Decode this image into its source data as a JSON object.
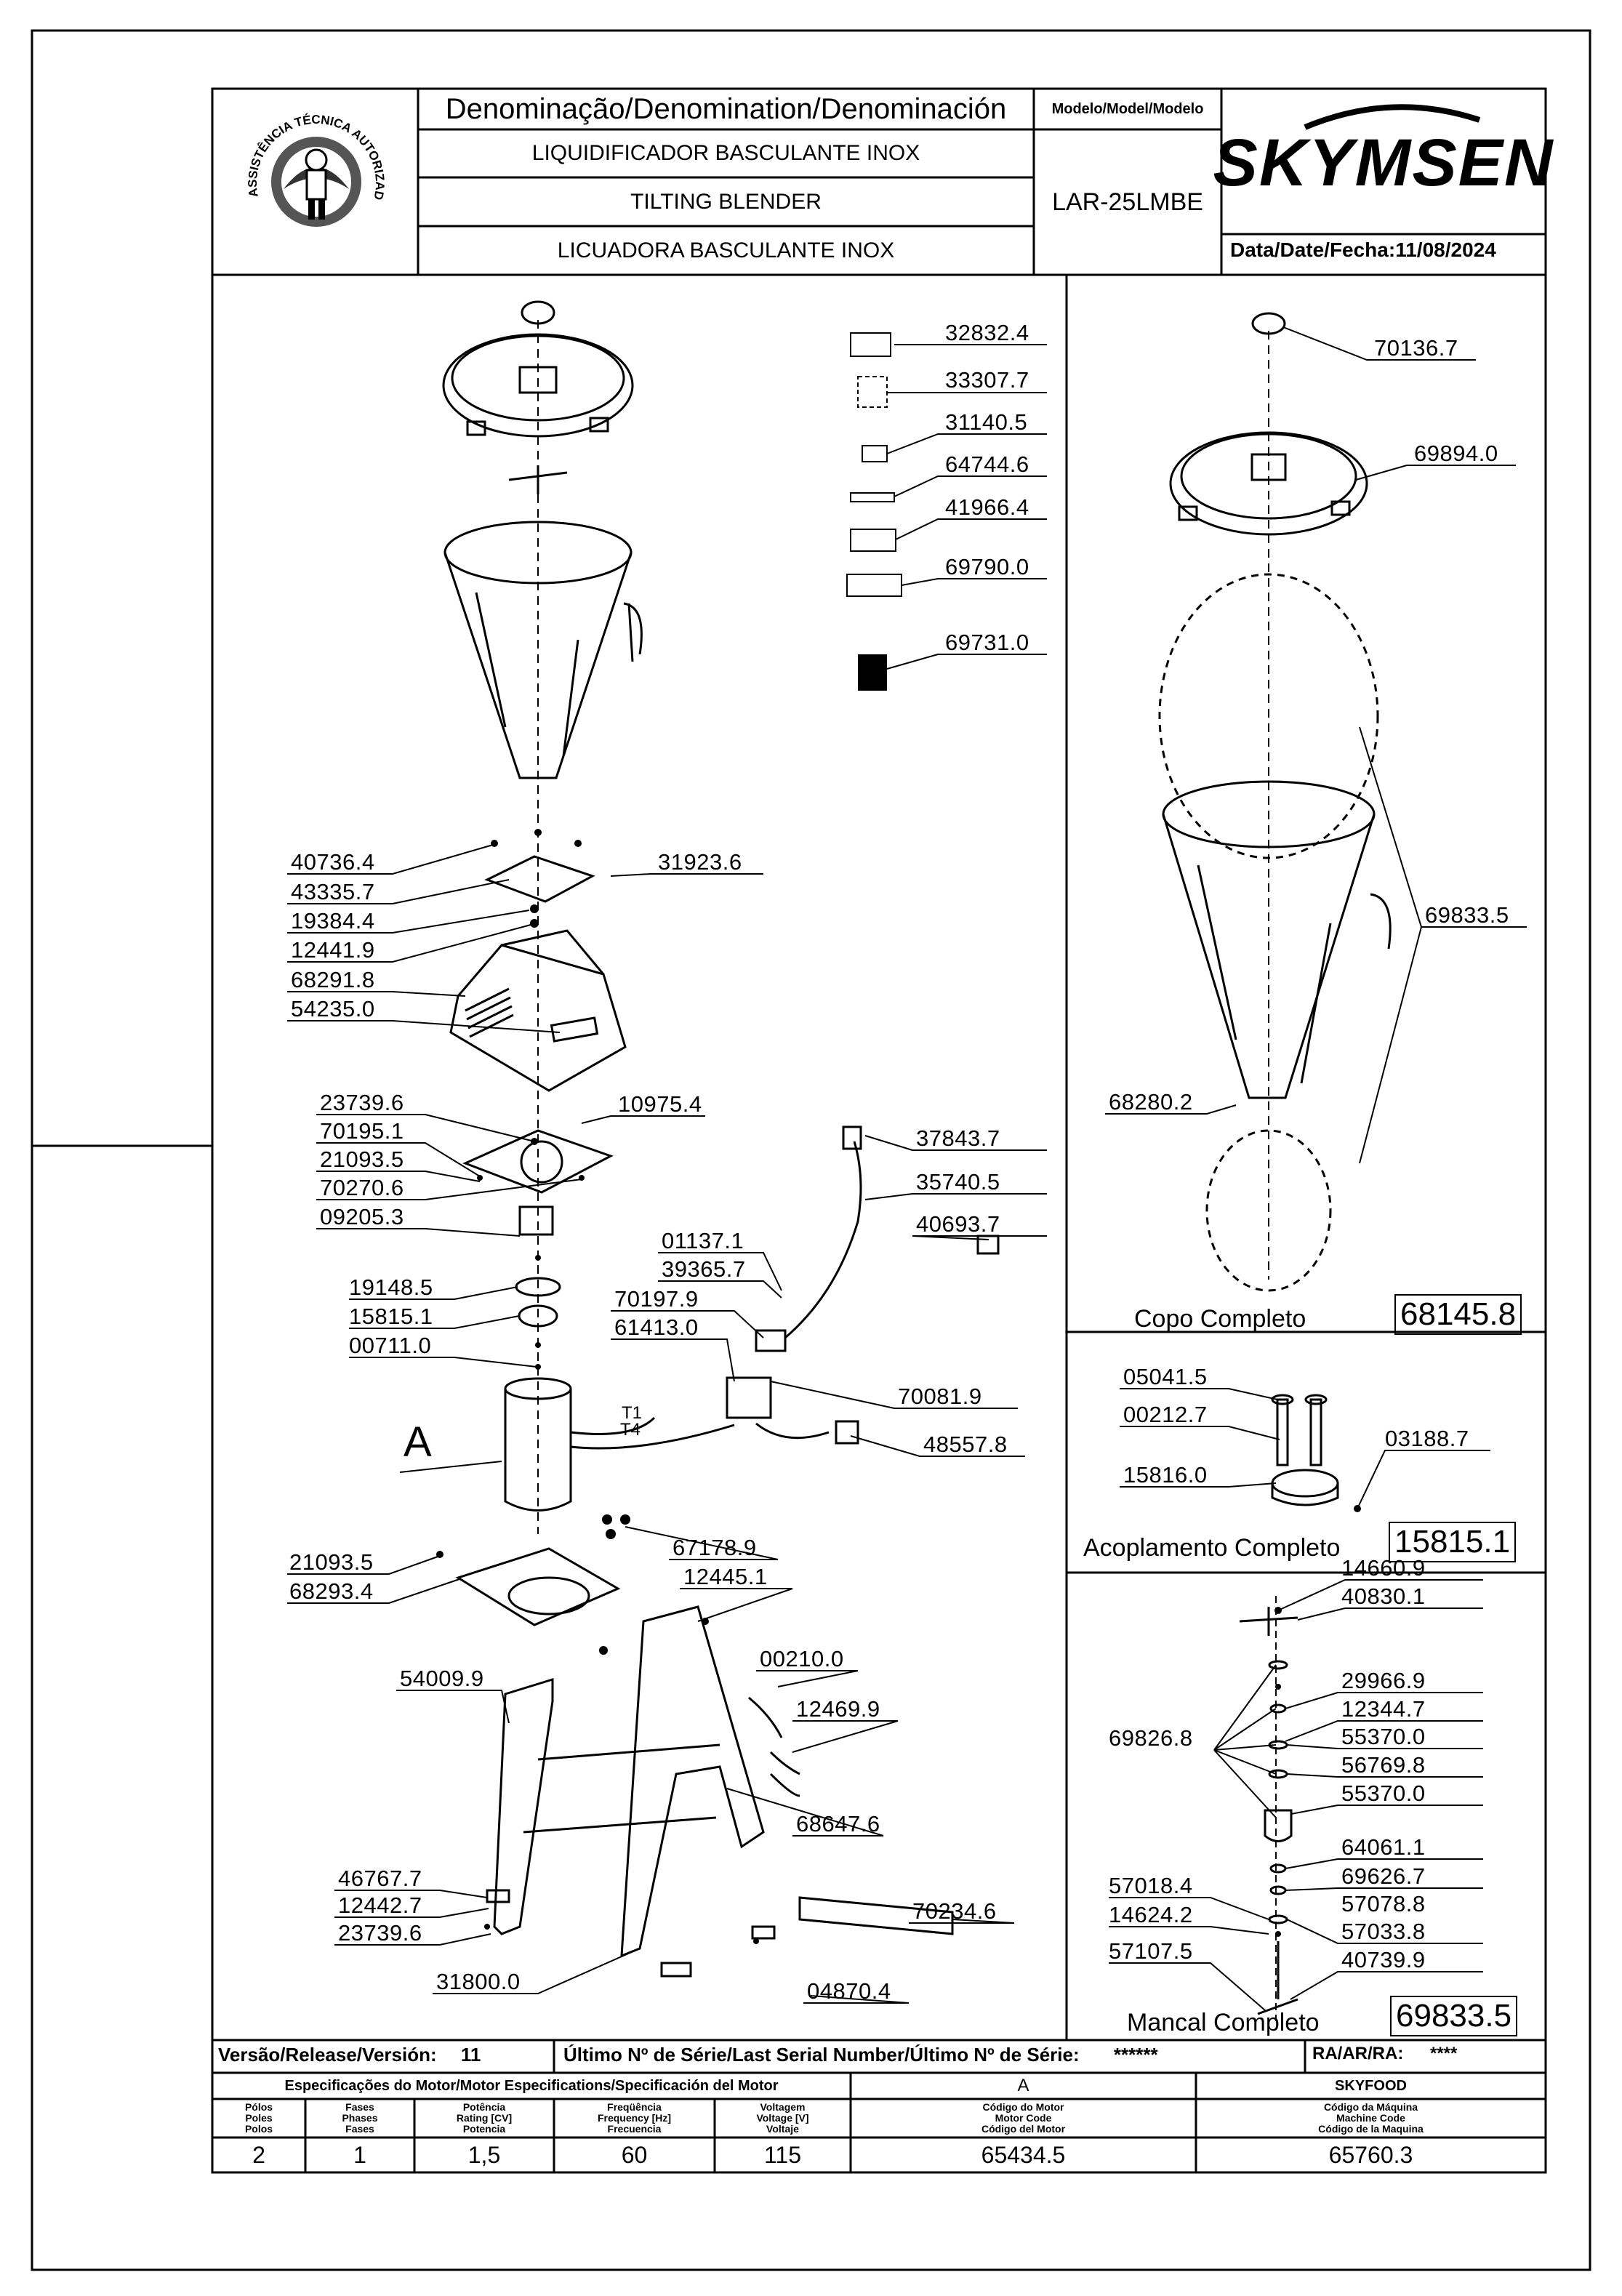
{
  "header": {
    "title": "Denominação/Denomination/Denominación",
    "name_pt": "LIQUIDIFICADOR BASCULANTE INOX",
    "name_en": "TILTING BLENDER",
    "name_es": "LICUADORA BASCULANTE INOX",
    "model_label": "Modelo/Model/Modelo",
    "model": "LAR-25LMBE",
    "brand": "SKYMSEN",
    "date_label": "Data/Date/Fecha:",
    "date": "11/08/2024",
    "seal_text": "ASSISTÊNCIA TÉCNICA AUTORIZADA"
  },
  "main_parts": [
    {
      "code": "32832.4"
    },
    {
      "code": "33307.7"
    },
    {
      "code": "31140.5"
    },
    {
      "code": "64744.6"
    },
    {
      "code": "41966.4"
    },
    {
      "code": "69790.0"
    },
    {
      "code": "69731.0"
    },
    {
      "code": "40736.4"
    },
    {
      "code": "43335.7"
    },
    {
      "code": "19384.4"
    },
    {
      "code": "12441.9"
    },
    {
      "code": "68291.8"
    },
    {
      "code": "54235.0"
    },
    {
      "code": "31923.6"
    },
    {
      "code": "23739.6"
    },
    {
      "code": "70195.1"
    },
    {
      "code": "21093.5"
    },
    {
      "code": "70270.6"
    },
    {
      "code": "09205.3"
    },
    {
      "code": "10975.4"
    },
    {
      "code": "19148.5"
    },
    {
      "code": "15815.1"
    },
    {
      "code": "00711.0"
    },
    {
      "code": "37843.7"
    },
    {
      "code": "35740.5"
    },
    {
      "code": "40693.7"
    },
    {
      "code": "01137.1"
    },
    {
      "code": "39365.7"
    },
    {
      "code": "70197.9"
    },
    {
      "code": "61413.0"
    },
    {
      "code": "70081.9"
    },
    {
      "code": "48557.8"
    },
    {
      "code": "21093.5"
    },
    {
      "code": "68293.4"
    },
    {
      "code": "67178.9"
    },
    {
      "code": "12445.1"
    },
    {
      "code": "54009.9"
    },
    {
      "code": "00210.0"
    },
    {
      "code": "12469.9"
    },
    {
      "code": "68647.6"
    },
    {
      "code": "46767.7"
    },
    {
      "code": "12442.7"
    },
    {
      "code": "23739.6"
    },
    {
      "code": "70234.6"
    },
    {
      "code": "31800.0"
    },
    {
      "code": "04870.4"
    }
  ],
  "motor_label": "A",
  "wire_labels": [
    "T1",
    "T4"
  ],
  "copo": {
    "title": "Copo Completo",
    "code": "68145.8",
    "parts": [
      {
        "code": "70136.7"
      },
      {
        "code": "69894.0"
      },
      {
        "code": "69833.5"
      },
      {
        "code": "68280.2"
      }
    ]
  },
  "acoplamento": {
    "title": "Acoplamento Completo",
    "code": "15815.1",
    "parts": [
      {
        "code": "05041.5"
      },
      {
        "code": "00212.7"
      },
      {
        "code": "03188.7"
      },
      {
        "code": "15816.0"
      }
    ]
  },
  "mancal": {
    "title": "Mancal Completo",
    "code": "69833.5",
    "parts": [
      {
        "code": "14660.9"
      },
      {
        "code": "40830.1"
      },
      {
        "code": "29966.9"
      },
      {
        "code": "12344.7"
      },
      {
        "code": "55370.0"
      },
      {
        "code": "69826.8"
      },
      {
        "code": "56769.8"
      },
      {
        "code": "55370.0"
      },
      {
        "code": "64061.1"
      },
      {
        "code": "69626.7"
      },
      {
        "code": "57018.4"
      },
      {
        "code": "57078.8"
      },
      {
        "code": "14624.2"
      },
      {
        "code": "57033.8"
      },
      {
        "code": "57107.5"
      },
      {
        "code": "40739.9"
      }
    ]
  },
  "footer": {
    "version_label": "Versão/Release/Versión:",
    "version": "11",
    "serial_label": "Último Nº de Série/Last Serial Number/Último Nº de Série:",
    "serial": "******",
    "ra_label": "RA/AR/RA:",
    "ra": "****",
    "motor_spec_label": "Especificações do Motor/Motor Especifications/Specificación del Motor",
    "motor_ref": "A",
    "brand2": "SKYFOOD",
    "col_poles": "Pólos\nPoles\nPolos",
    "col_phases": "Fases\nPhases\nFases",
    "col_rating": "Potência\nRating [CV]\nPotencia",
    "col_freq": "Freqüência\nFrequency [Hz]\nFrecuencia",
    "col_volt": "Voltagem\nVoltage [V]\nVoltaje",
    "col_motor_code": "Código do Motor\nMotor Code\nCódigo del Motor",
    "col_machine_code": "Código da Máquina\nMachine Code\nCódigo de la Maquina",
    "poles": "2",
    "phases": "1",
    "rating": "1,5",
    "freq": "60",
    "volt": "115",
    "motor_code": "65434.5",
    "machine_code": "65760.3"
  }
}
